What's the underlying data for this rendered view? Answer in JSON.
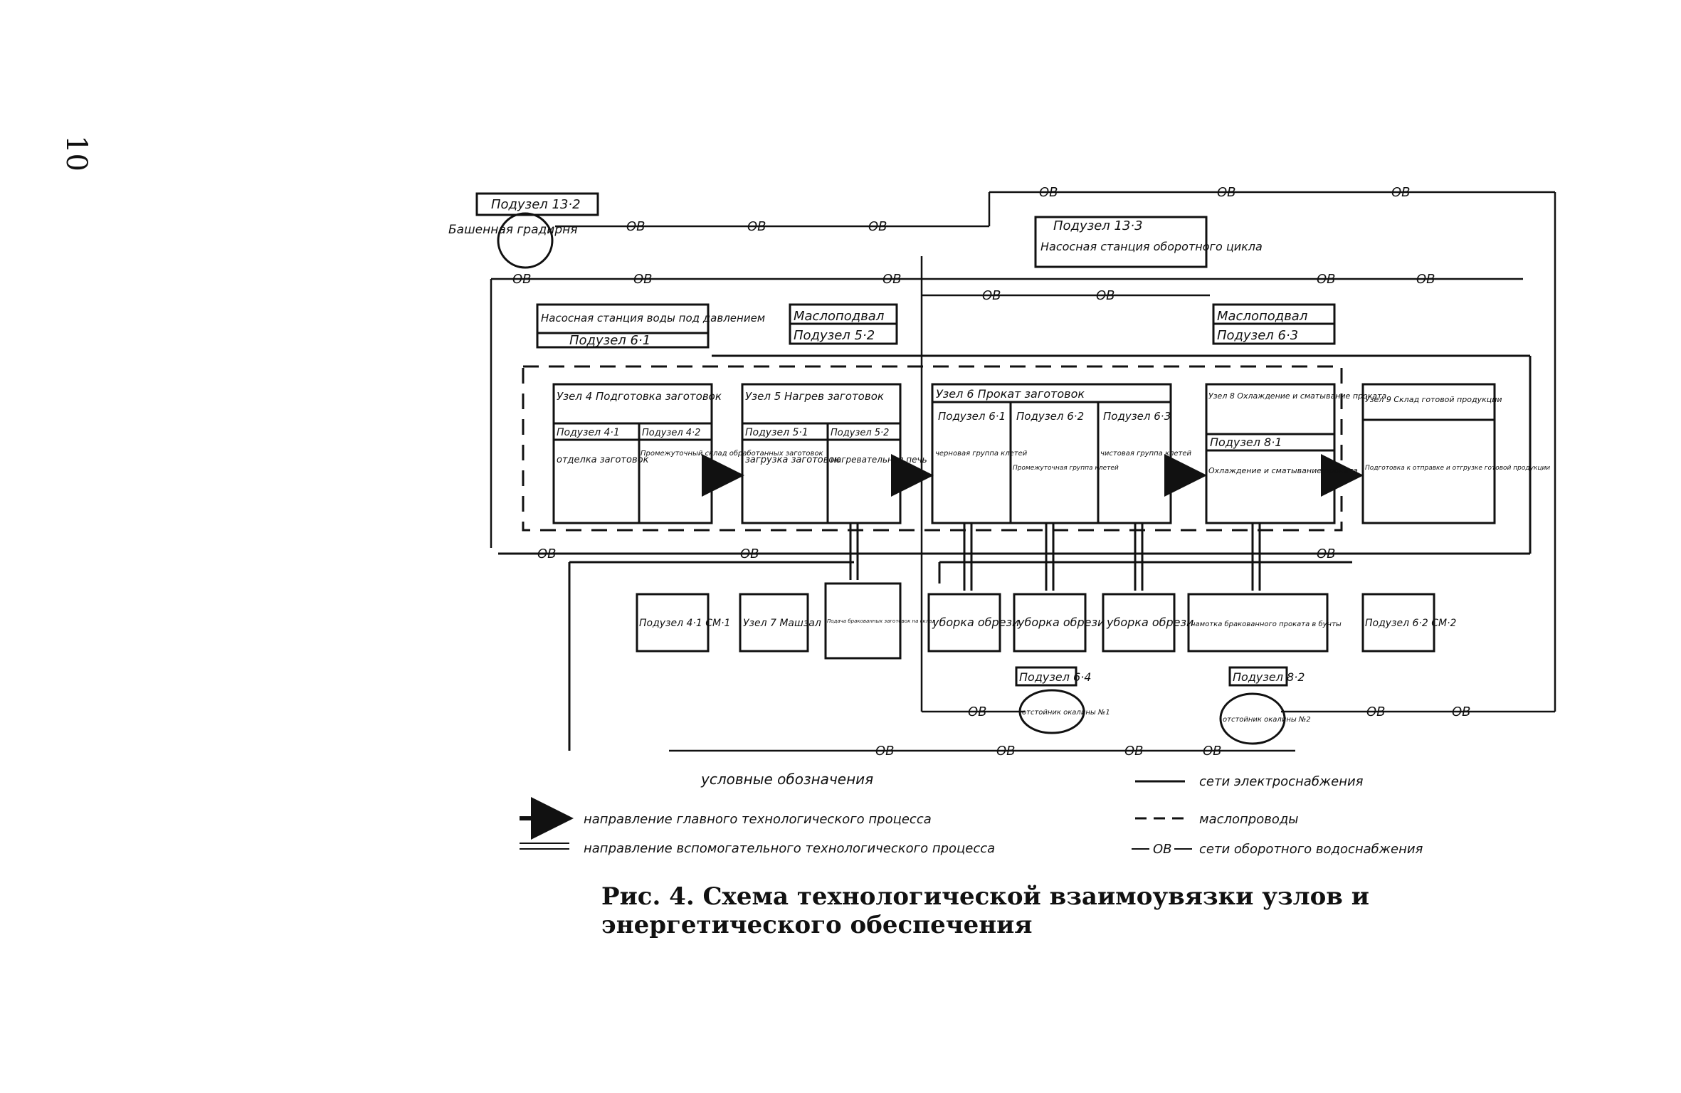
{
  "page_number": "10",
  "top_labels": {
    "pod13_2": "Подузел 13·2",
    "tower": "Башенная градирня",
    "pod13_3_title": "Подузел 13·3",
    "pod13_3_body": "Насосная станция оборотного цикла"
  },
  "pump_station": {
    "title": "Насосная станция воды под давлением",
    "sub": "Подузел 6·1"
  },
  "oil_cellar_5": {
    "title": "Маслоподвал",
    "sub": "Подузел 5·2"
  },
  "oil_cellar_6": {
    "title": "Маслоподвал",
    "sub": "Подузел 6·3"
  },
  "node4": {
    "title": "Узел 4 Подготовка заготовок",
    "sub1": "Подузел 4·1",
    "sub1_body": "отделка заготовок",
    "sub2": "Подузел 4·2",
    "sub2_body": "Промежуточный склад обработанных заготовок"
  },
  "node5": {
    "title": "Узел 5 Нагрев заготовок",
    "sub1": "Подузел 5·1",
    "sub1_body": "загрузка заготовок",
    "sub2": "Подузел 5·2",
    "sub2_body": "нагревательная печь"
  },
  "node6": {
    "title": "Узел 6 Прокат заготовок",
    "sub1": "Подузел 6·1",
    "sub1_body": "черновая группа клетей",
    "sub2": "Подузел 6·2",
    "sub2_body": "Промежуточная группа клетей",
    "sub3": "Подузел 6·3",
    "sub3_body": "чистовая группа клетей"
  },
  "node8": {
    "title": "Узел 8 Охлаждение и сматывание проката",
    "sub1": "Подузел 8·1",
    "sub1_body": "Охлаждение и сматывание проката"
  },
  "node9": {
    "title": "Узел 9 Склад готовой продукции",
    "body": "Подготовка к отправке и отгрузке готовой продукции"
  },
  "bottom_boxes": {
    "pod4_1_sm": "Подузел 4·1 СМ·1",
    "node7": "Узел 7 Машзал",
    "reject_feed": "Подача бракованных заготовок на склад",
    "scrap1": "уборка обрези",
    "scrap2": "уборка обрези",
    "scrap3": "уборка обрези",
    "coil": "намотка бракованного проката в бунты",
    "pod6_2_sm": "Подузел 6·2 СМ·2",
    "pod6_4": "Подузел 6·4",
    "settler1": "отстойник окалины №1",
    "pod8_2": "Подузел 8·2",
    "settler2": "отстойник окалины №2"
  },
  "pipe_label": "ОВ",
  "legend": {
    "title": "условные обозначения",
    "main_process": "направление главного технологического процесса",
    "aux_process": "направление вспомогательного технологического процесса",
    "power": "сети электроснабжения",
    "oil": "маслопроводы",
    "water_symbol": "ОВ",
    "water": "сети оборотного водоснабжения"
  },
  "caption": "Рис. 4. Схема технологической взаимоувязки узлов и энергетического обеспечения",
  "colors": {
    "ink": "#111111",
    "paper": "#ffffff"
  }
}
